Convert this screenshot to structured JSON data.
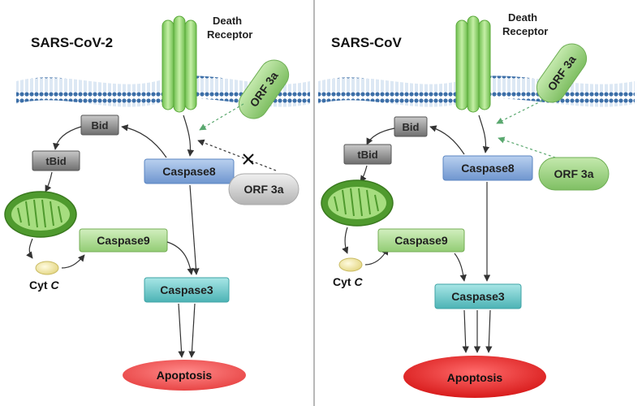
{
  "left_panel": {
    "title": "SARS-CoV-2",
    "receptor_line1": "Death",
    "receptor_line2": "Receptor",
    "orf_membrane": "ORF 3a",
    "orf_blocked": "ORF 3a",
    "bid": "Bid",
    "tbid": "tBid",
    "caspase8": "Caspase8",
    "caspase9": "Caspase9",
    "caspase3": "Caspase3",
    "cytc_prefix": "Cyt ",
    "cytc_italic": "C",
    "apoptosis": "Apoptosis"
  },
  "right_panel": {
    "title": "SARS-CoV",
    "receptor_line1": "Death",
    "receptor_line2": "Receptor",
    "orf_membrane": "ORF 3a",
    "orf_cytosol": "ORF 3a",
    "bid": "Bid",
    "tbid": "tBid",
    "caspase8": "Caspase8",
    "caspase9": "Caspase9",
    "caspase3": "Caspase3",
    "cytc_prefix": "Cyt ",
    "cytc_italic": "C",
    "apoptosis": "Apoptosis"
  },
  "colors": {
    "membrane": "#3c6fa8",
    "receptor": "#8fd36a",
    "caspase8": "#7fa7db",
    "caspase9": "#a8d98c",
    "caspase3": "#63c6c6",
    "bid": "#8a8a8a",
    "apoptosis": "#e53935",
    "orf_active": "#8fcf73",
    "orf_blocked": "#c9c9c9",
    "cytc": "#efe4a0",
    "activation_arrow": "#5aa86f"
  }
}
